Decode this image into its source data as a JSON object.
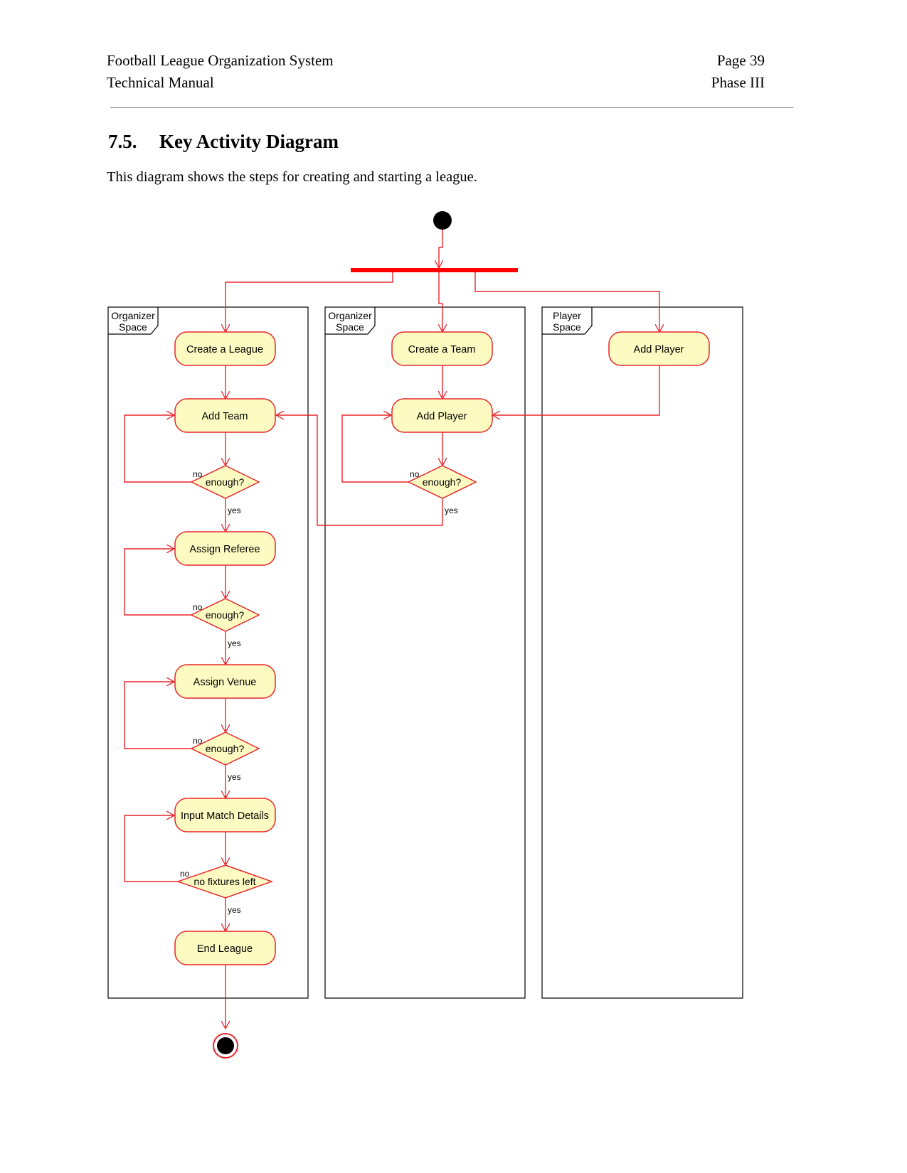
{
  "header": {
    "doc_title": "Football League Organization System",
    "doc_subtitle": "Technical Manual",
    "page": "Page 39",
    "phase": "Phase III"
  },
  "section": {
    "number": "7.5.",
    "title": "Key Activity Diagram",
    "intro": "This diagram shows the steps for creating and starting a league."
  },
  "diagram": {
    "lanes": {
      "organizer_1": "Organizer Space",
      "organizer_2": "Organizer Space",
      "player": "Player Space"
    },
    "activities": {
      "create_league": "Create a League",
      "add_team": "Add Team",
      "assign_referee": "Assign Referee",
      "assign_venue": "Assign Venue",
      "input_match_details": "Input Match Details",
      "end_league": "End League",
      "create_team": "Create a Team",
      "add_player_team": "Add Player",
      "add_player_space": "Add Player"
    },
    "decisions": {
      "teams_enough": "enough?",
      "referee_enough": "enough?",
      "venue_enough": "enough?",
      "fixtures": "no fixtures left",
      "players_enough": "enough?"
    },
    "guards": {
      "no": "no",
      "yes": "yes"
    },
    "colors": {
      "line": "#e8262b",
      "activity_fill": "#fdfbc2",
      "activity_border": "#e8262b",
      "fork_bar": "#ff0000",
      "lane_border": "#000000"
    }
  }
}
